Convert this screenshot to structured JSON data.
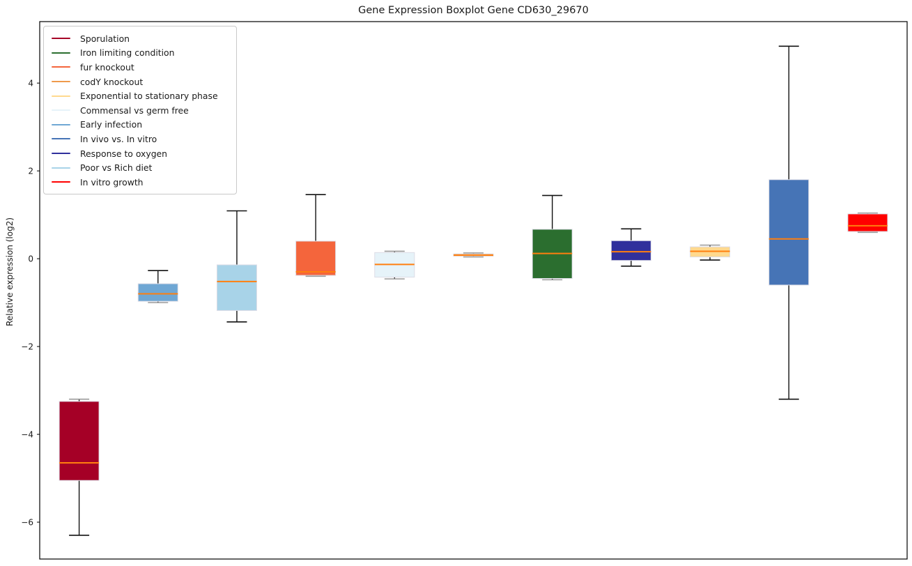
{
  "title": "Gene Expression Boxplot Gene CD630_29670",
  "ylabel": "Relative expression (log2)",
  "chart_data": {
    "type": "boxplot",
    "title": "Gene Expression Boxplot Gene CD630_29670",
    "xlabel": "",
    "ylabel": "Relative expression (log2)",
    "ylim": [
      -6.84,
      5.4
    ],
    "yticks": [
      4,
      2,
      0,
      -2,
      -4,
      -6
    ],
    "grid": false,
    "legend_position": "upper left",
    "median_color": "#ff7f0e",
    "whisker_color": "#111111",
    "x_order": [
      "Sporulation",
      "Early infection",
      "Poor vs Rich diet",
      "fur knockout",
      "Commensal vs germ free",
      "codY knockout",
      "Iron limiting condition",
      "Response to oxygen",
      "Exponential to stationary phase",
      "In vivo vs. In vitro",
      "In vitro growth"
    ],
    "series": [
      {
        "name": "Sporulation",
        "color": "#a50026",
        "position": 1,
        "whisker_low": -6.3,
        "q1": -5.05,
        "median": -4.65,
        "q3": -3.25,
        "whisker_high": -3.2
      },
      {
        "name": "Iron limiting condition",
        "color": "#2b6e2f",
        "position": 7,
        "whisker_low": -0.48,
        "q1": -0.45,
        "median": 0.12,
        "q3": 0.67,
        "whisker_high": 1.44
      },
      {
        "name": "fur knockout",
        "color": "#f4653c",
        "position": 4,
        "whisker_low": -0.4,
        "q1": -0.38,
        "median": -0.3,
        "q3": 0.4,
        "whisker_high": 1.46
      },
      {
        "name": "codY knockout",
        "color": "#ef9a4b",
        "position": 6,
        "whisker_low": 0.04,
        "q1": 0.06,
        "median": 0.08,
        "q3": 0.11,
        "whisker_high": 0.13
      },
      {
        "name": "Exponential to stationary phase",
        "color": "#ffd98e",
        "position": 9,
        "whisker_low": -0.03,
        "q1": 0.04,
        "median": 0.17,
        "q3": 0.27,
        "whisker_high": 0.31
      },
      {
        "name": "Commensal vs germ free",
        "color": "#e6f3f9",
        "position": 5,
        "whisker_low": -0.46,
        "q1": -0.42,
        "median": -0.13,
        "q3": 0.14,
        "whisker_high": 0.17
      },
      {
        "name": "Early infection",
        "color": "#6fa7d4",
        "position": 2,
        "whisker_low": -1.0,
        "q1": -0.97,
        "median": -0.8,
        "q3": -0.57,
        "whisker_high": -0.27
      },
      {
        "name": "In vivo vs. In vitro",
        "color": "#4674b6",
        "position": 10,
        "whisker_low": -3.2,
        "q1": -0.6,
        "median": 0.45,
        "q3": 1.8,
        "whisker_high": 4.84
      },
      {
        "name": "Response to oxygen",
        "color": "#30309c",
        "position": 8,
        "whisker_low": -0.17,
        "q1": -0.04,
        "median": 0.16,
        "q3": 0.41,
        "whisker_high": 0.68
      },
      {
        "name": "Poor vs Rich diet",
        "color": "#a8d3e8",
        "position": 3,
        "whisker_low": -1.44,
        "q1": -1.18,
        "median": -0.52,
        "q3": -0.14,
        "whisker_high": 1.09
      },
      {
        "name": "In vitro growth",
        "color": "#ff0000",
        "position": 11,
        "whisker_low": 0.6,
        "q1": 0.62,
        "median": 0.75,
        "q3": 1.02,
        "whisker_high": 1.04
      }
    ]
  }
}
